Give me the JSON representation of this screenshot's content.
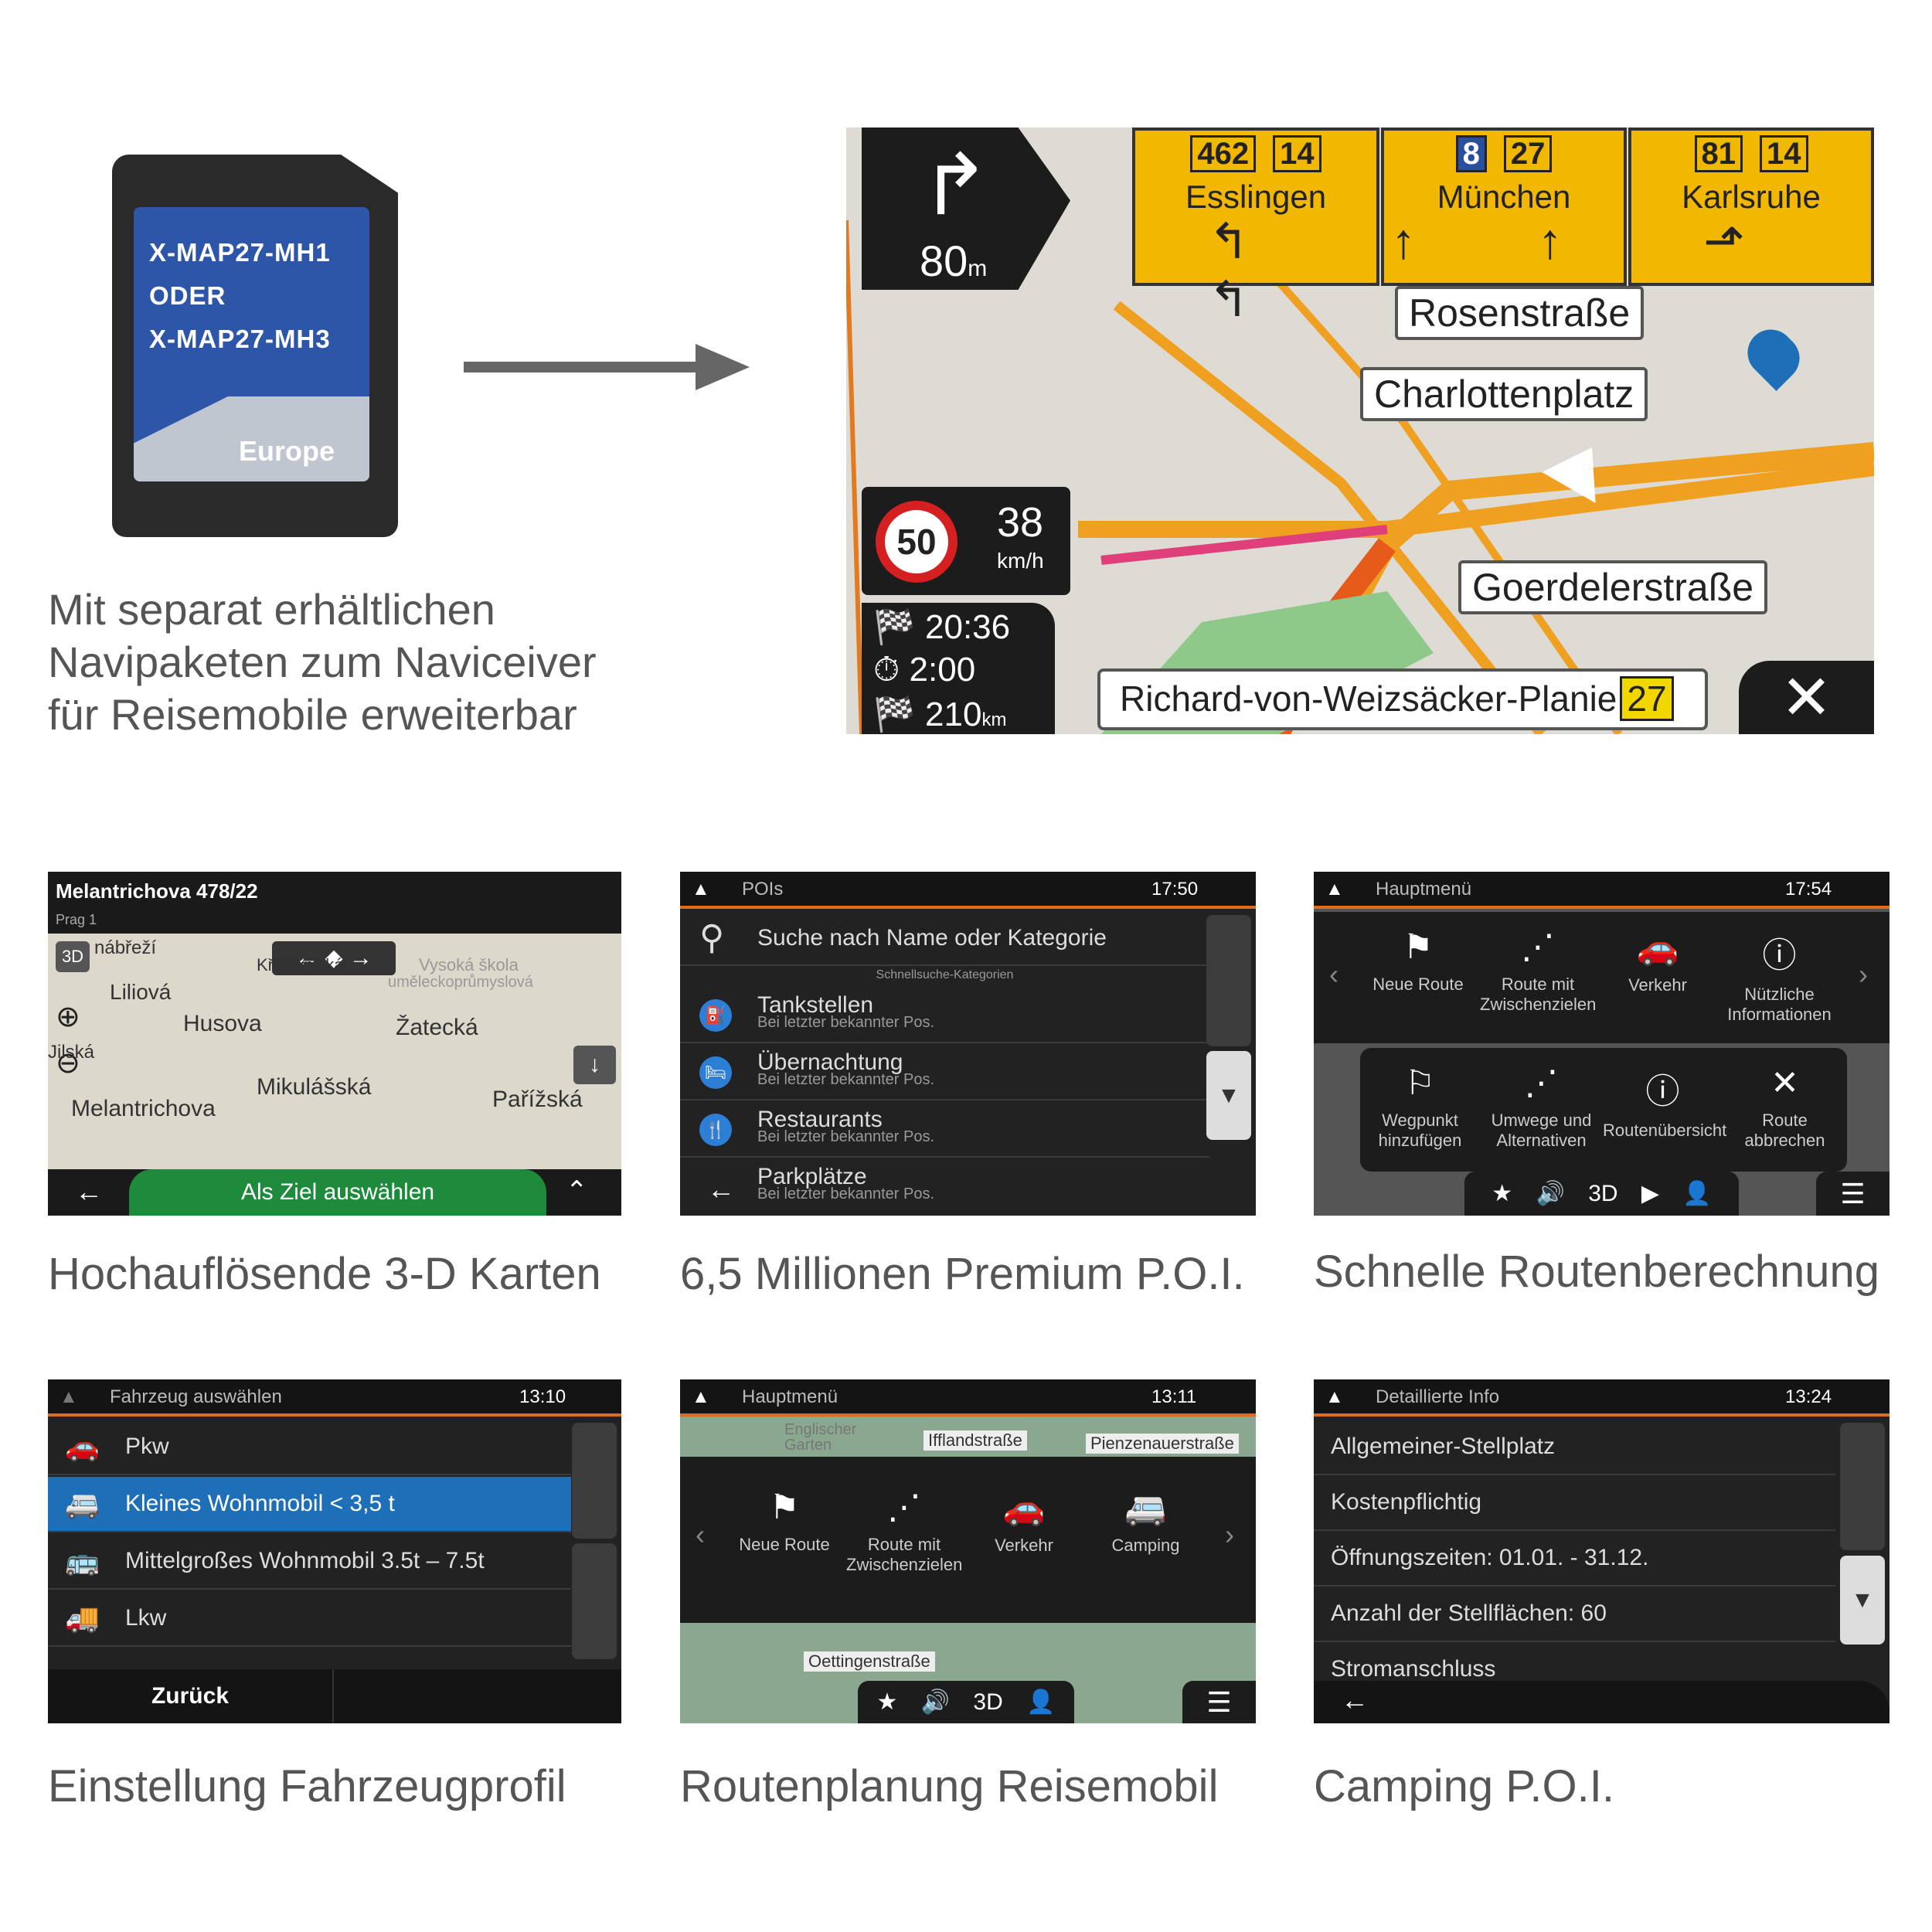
{
  "sd_card": {
    "line1": "X-MAP27-MH1",
    "line2": "ODER",
    "line3": "X-MAP27-MH3",
    "region": "Europe"
  },
  "intro_text": [
    "Mit separat erhältlichen",
    "Navipaketen zum Naviceiver",
    "für Reisemobile erweiterbar"
  ],
  "nav": {
    "distance": "80",
    "distance_unit": "m",
    "signs": [
      {
        "nums": [
          "462",
          "14"
        ],
        "city": "Esslingen",
        "arrows": "↰ ↰"
      },
      {
        "nums": [
          "8",
          "27"
        ],
        "city": "München",
        "arrows": "↑ ↑"
      },
      {
        "nums": [
          "81",
          "14"
        ],
        "city": "Karlsruhe",
        "arrows": "⬏"
      }
    ],
    "streets": [
      "Rosenstraße",
      "Charlottenplatz",
      "Goerdelerstraße"
    ],
    "speed_limit": "50",
    "speed": "38",
    "speed_unit": "km/h",
    "eta": "20:36",
    "remaining_time": "2:00",
    "remaining_dist": "210",
    "remaining_dist_unit": "km",
    "current_street": "Richard-von-Weizsäcker-Planie",
    "current_road_num": "27"
  },
  "screens": {
    "map3d": {
      "address": "Melantrichova 478/22",
      "city": "Prag 1",
      "mode": "3D",
      "labels": [
        "nábřeží",
        "Liliová",
        "Křižovnická",
        "Vysoká škola",
        "uměleckoprůmyslová",
        "Husova",
        "Žatecká",
        "Jilská",
        "Mikulášská",
        "Melantrichova",
        "Pařížská"
      ],
      "action": "Als Ziel auswählen",
      "caption": "Hochauflösende 3-D Karten"
    },
    "poi": {
      "title": "POIs",
      "time": "17:50",
      "search": "Suche nach Name oder Kategorie",
      "section": "Schnellsuche-Kategorien",
      "items": [
        {
          "name": "Tankstellen",
          "sub": "Bei letzter bekannter Pos."
        },
        {
          "name": "Übernachtung",
          "sub": "Bei letzter bekannter Pos."
        },
        {
          "name": "Restaurants",
          "sub": "Bei letzter bekannter Pos."
        },
        {
          "name": "Parkplätze",
          "sub": "Bei letzter bekannter Pos."
        }
      ],
      "caption": "6,5 Millionen Premium P.O.I."
    },
    "route": {
      "title": "Hauptmenü",
      "time": "17:54",
      "top": [
        "Neue Route",
        "Route mit Zwischenzielen",
        "Verkehr",
        "Nützliche Informationen"
      ],
      "bottom": [
        "Wegpunkt hinzufügen",
        "Umwege und Alternativen",
        "Routenübersicht",
        "Route abbrechen"
      ],
      "mode": "3D",
      "caption": "Schnelle Routenberechnung"
    },
    "vehicle": {
      "title": "Fahrzeug auswählen",
      "time": "13:10",
      "items": [
        "Pkw",
        "Kleines Wohnmobil < 3,5 t",
        "Mittelgroßes Wohnmobil 3.5t – 7.5t",
        "Lkw"
      ],
      "back": "Zurück",
      "caption": "Einstellung Fahrzeugprofil"
    },
    "menu2": {
      "title": "Hauptmenü",
      "time": "13:11",
      "streets": [
        "Englischer Garten",
        "Ifflandstraße",
        "Pienzenauerstraße",
        "Oettingenstraße"
      ],
      "items": [
        "Neue Route",
        "Route mit Zwischenzielen",
        "Verkehr",
        "Camping"
      ],
      "mode": "3D",
      "caption": "Routenplanung Reisemobil"
    },
    "detail": {
      "title": "Detaillierte Info",
      "time": "13:24",
      "items": [
        "Allgemeiner-Stellplatz",
        "Kostenpflichtig",
        "Öffnungszeiten: 01.01. - 31.12.",
        "Anzahl der Stellflächen: 60",
        "Stromanschluss"
      ],
      "caption": "Camping P.O.I."
    }
  }
}
